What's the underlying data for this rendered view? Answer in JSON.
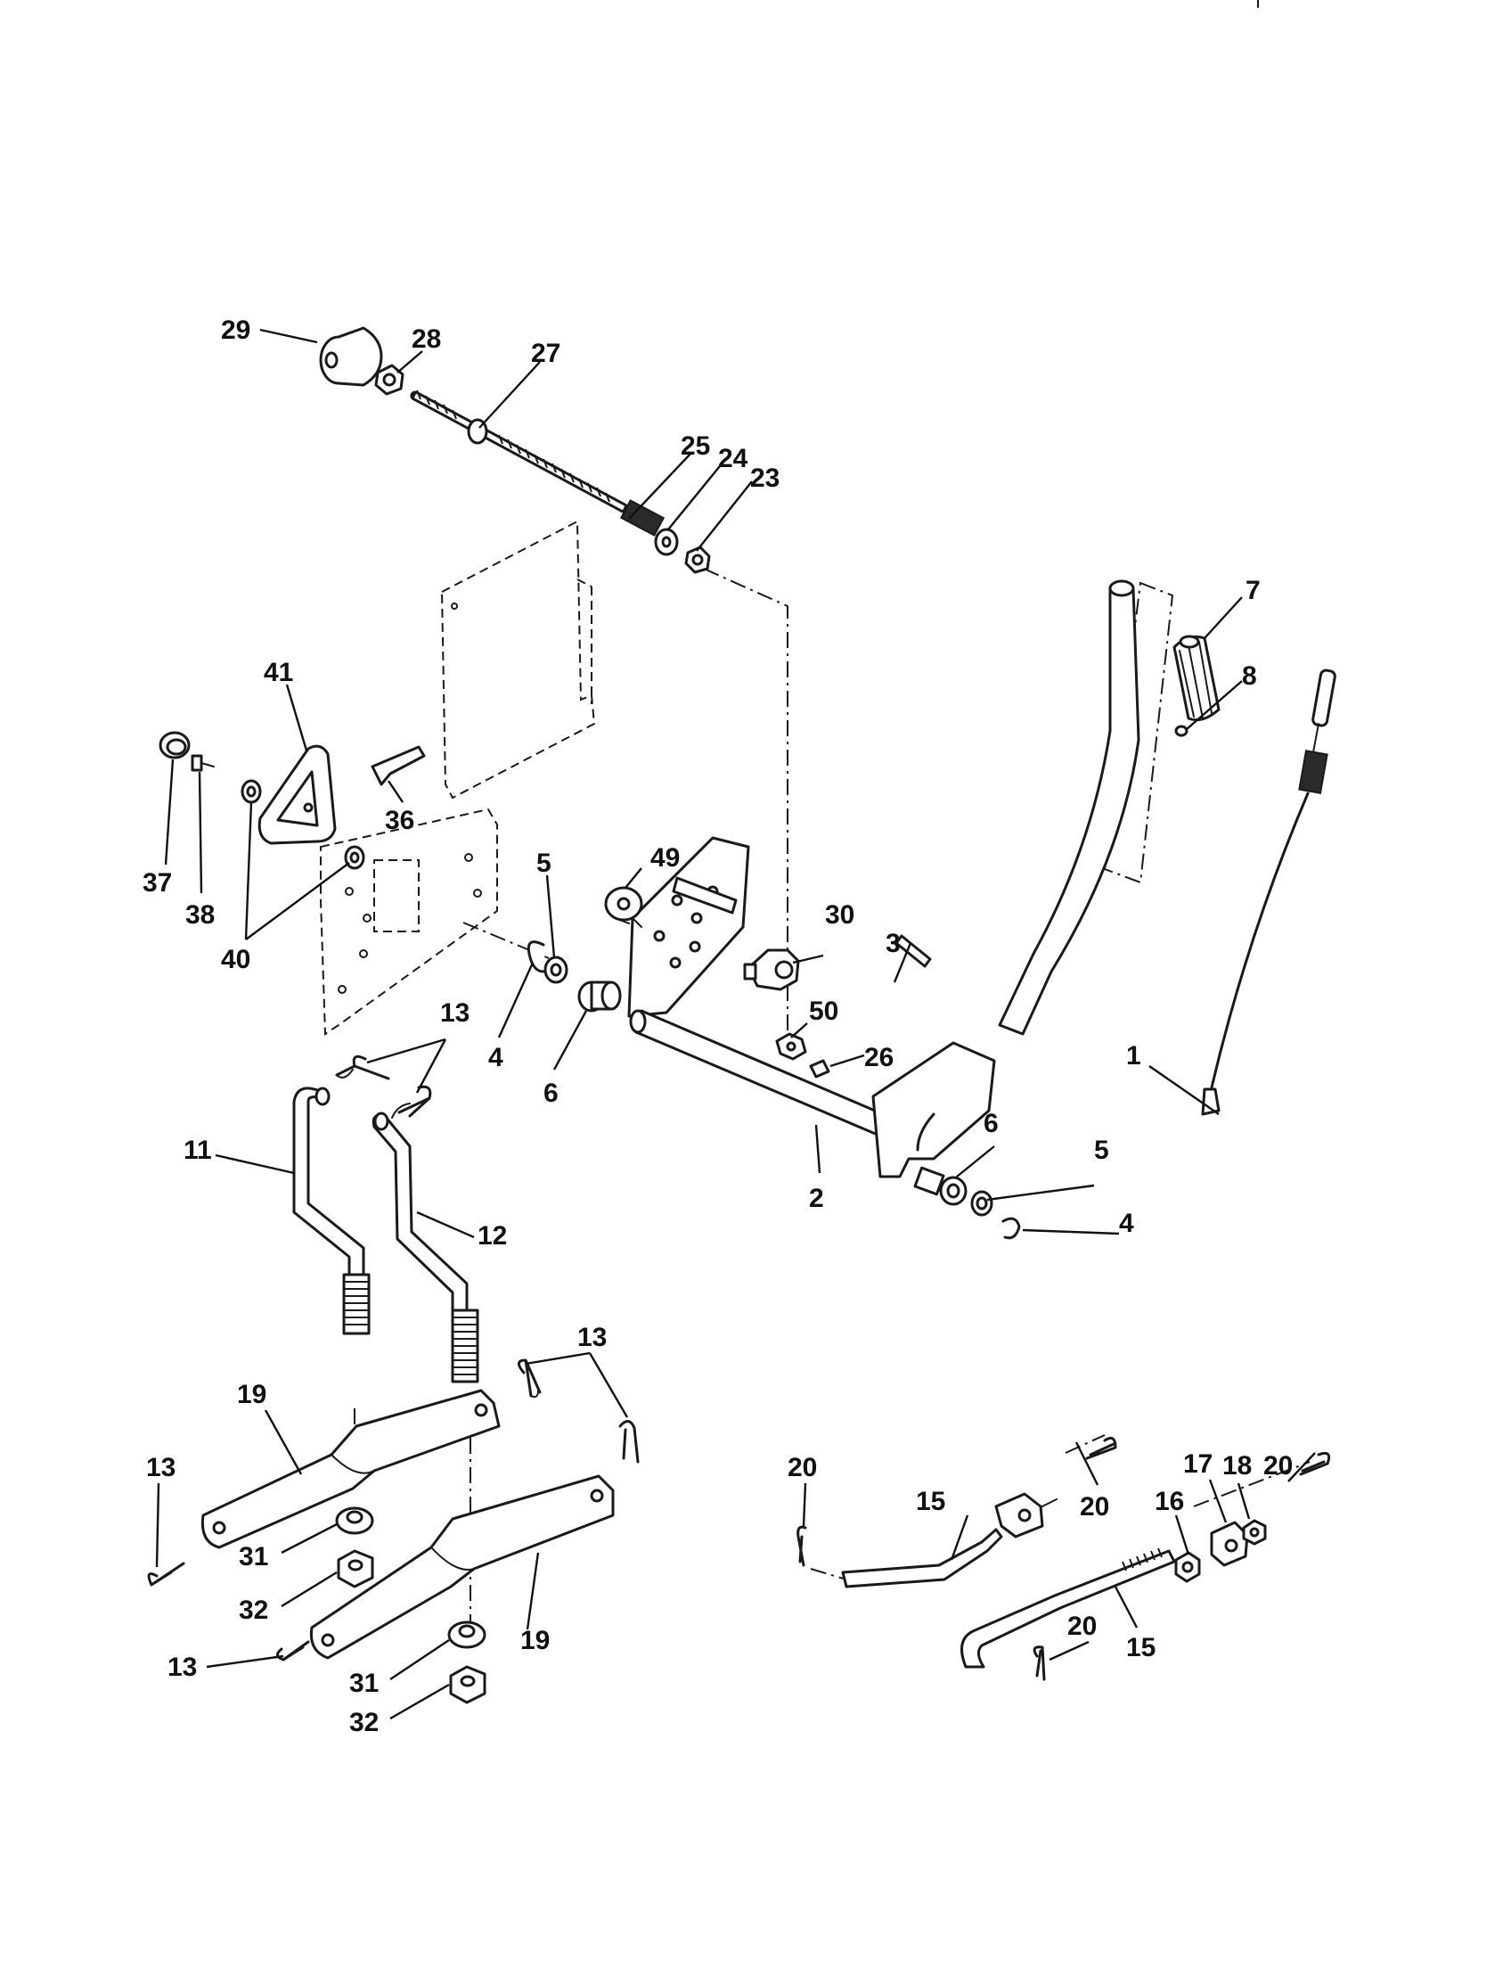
{
  "diagram": {
    "labels": {
      "n1": "1",
      "n2": "2",
      "n3": "3",
      "n4a": "4",
      "n4b": "4",
      "n5a": "5",
      "n5b": "5",
      "n6a": "6",
      "n6b": "6",
      "n7": "7",
      "n8": "8",
      "n11": "11",
      "n12": "12",
      "n13a": "13",
      "n13b": "13",
      "n13c": "13",
      "n13d": "13",
      "n15a": "15",
      "n15b": "15",
      "n16": "16",
      "n17": "17",
      "n18": "18",
      "n19a": "19",
      "n19b": "19",
      "n20a": "20",
      "n20b": "20",
      "n20c": "20",
      "n20d": "20",
      "n23": "23",
      "n24": "24",
      "n25": "25",
      "n26": "26",
      "n27": "27",
      "n28": "28",
      "n29": "29",
      "n30": "30",
      "n31a": "31",
      "n31b": "31",
      "n32a": "32",
      "n32b": "32",
      "n36": "36",
      "n37": "37",
      "n38": "38",
      "n40": "40",
      "n41": "41",
      "n49": "49",
      "n50": "50"
    }
  }
}
